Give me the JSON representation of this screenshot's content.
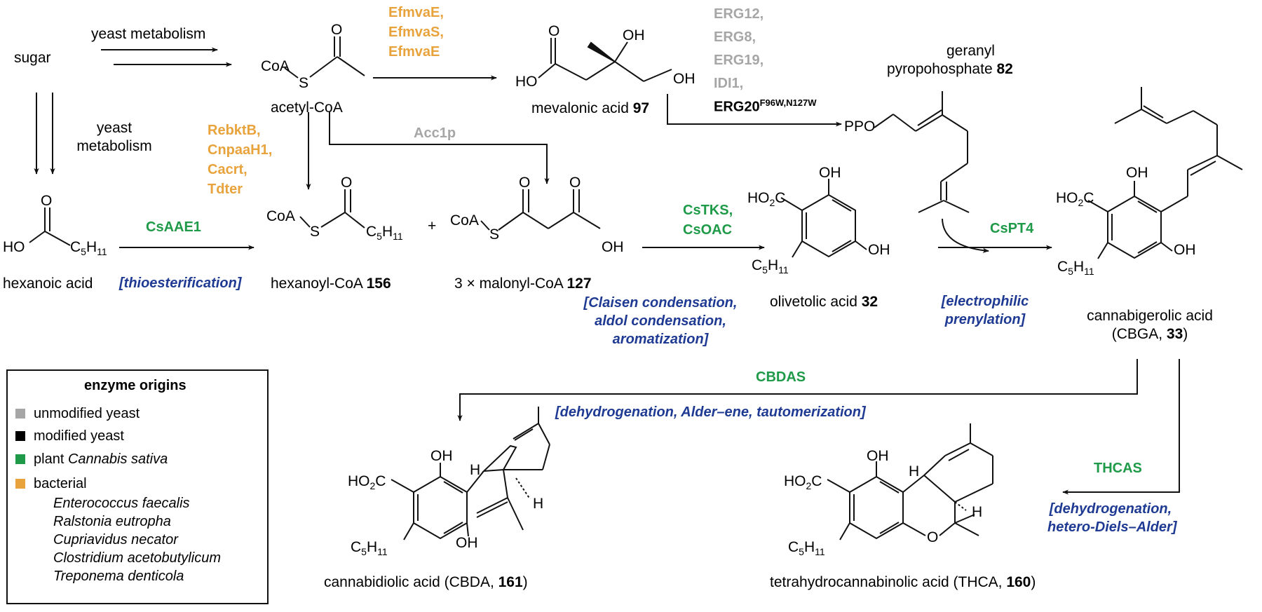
{
  "colors": {
    "bacterial": "#E8A33C",
    "unmodified_yeast": "#A6A6A6",
    "modified_yeast": "#000000",
    "plant": "#1E9A48",
    "reaction_type": "#1F3A93"
  },
  "compounds": {
    "sugar": "sugar",
    "acetyl_coa": "acetyl-CoA",
    "mevalonic_name": "mevalonic acid ",
    "mevalonic_num": "97",
    "gpp_line1": "geranyl",
    "gpp_line2": "pyropohosphate ",
    "gpp_num": "82",
    "hexanoic": "hexanoic acid",
    "hexanoyl_name": "hexanoyl-CoA ",
    "hexanoyl_num": "156",
    "plus": "+",
    "malonyl_name": "3 × malonyl-CoA ",
    "malonyl_num": "127",
    "olivetolic_name": "olivetolic acid ",
    "olivetolic_num": "32",
    "cbga_line1": "cannabigerolic acid",
    "cbga_line2a": "(CBGA, ",
    "cbga_num": "33",
    "cbga_line2b": ")",
    "cbda_a": "cannabidiolic acid (CBDA, ",
    "cbda_num": "161",
    "cbda_b": ")",
    "thca_a": "tetrahydrocannabinolic acid (THCA, ",
    "thca_num": "160",
    "thca_b": ")"
  },
  "atoms": {
    "coa": "CoA",
    "s": "S",
    "o": "O",
    "oh": "OH",
    "ho": "HO",
    "ho2c": "HO",
    "ho2c_sub": "2",
    "ho2c_tail": "C",
    "c5h11_c": "C",
    "c5h11_5": "5",
    "c5h11_h": "H",
    "c5h11_11": "11",
    "ppo": "PPO",
    "h": "H"
  },
  "process": {
    "yeast_metabolism": "yeast metabolism",
    "yeast": "yeast",
    "metabolism": "metabolism"
  },
  "enzymes": {
    "efmvaE_1": "EfmvaE,",
    "efmvaS": "EfmvaS,",
    "efmvaE_2": "EfmvaE",
    "erg12": "ERG12,",
    "erg8": "ERG8,",
    "erg19": "ERG19,",
    "idi1": "IDI1,",
    "erg20": "ERG20",
    "erg20_sup": "F96W,N127W",
    "rebktB": "RebktB,",
    "cnpaaH1": "CnpaaH1,",
    "cacrt": "Cacrt,",
    "tdter": "Tdter",
    "acc1p": "Acc1p",
    "csaae1": "CsAAE1",
    "cstks": "CsTKS,",
    "csoac": "CsOAC",
    "cspt4": "CsPT4",
    "cbdas": "CBDAS",
    "thcas": "THCAS"
  },
  "reactions": {
    "thioesterification": "[thioesterification]",
    "claisen_1": "[Claisen condensation,",
    "claisen_2": "aldol condensation,",
    "claisen_3": "aromatization]",
    "prenyl_1": "[electrophilic",
    "prenyl_2": "prenylation]",
    "cbdas_rxn": "[dehydrogenation, Alder–ene, tautomerization]",
    "thcas_1": "[dehydrogenation,",
    "thcas_2": "hetero-Diels–Alder]"
  },
  "legend": {
    "title": "enzyme origins",
    "unmodified": "unmodified yeast",
    "modified": "modified yeast",
    "plant_prefix": "plant ",
    "plant_species": "Cannabis sativa",
    "bacterial": "bacterial",
    "species": [
      "Enterococcus faecalis",
      "Ralstonia eutropha",
      "Cupriavidus necator",
      "Clostridium acetobutylicum",
      "Treponema denticola"
    ]
  }
}
